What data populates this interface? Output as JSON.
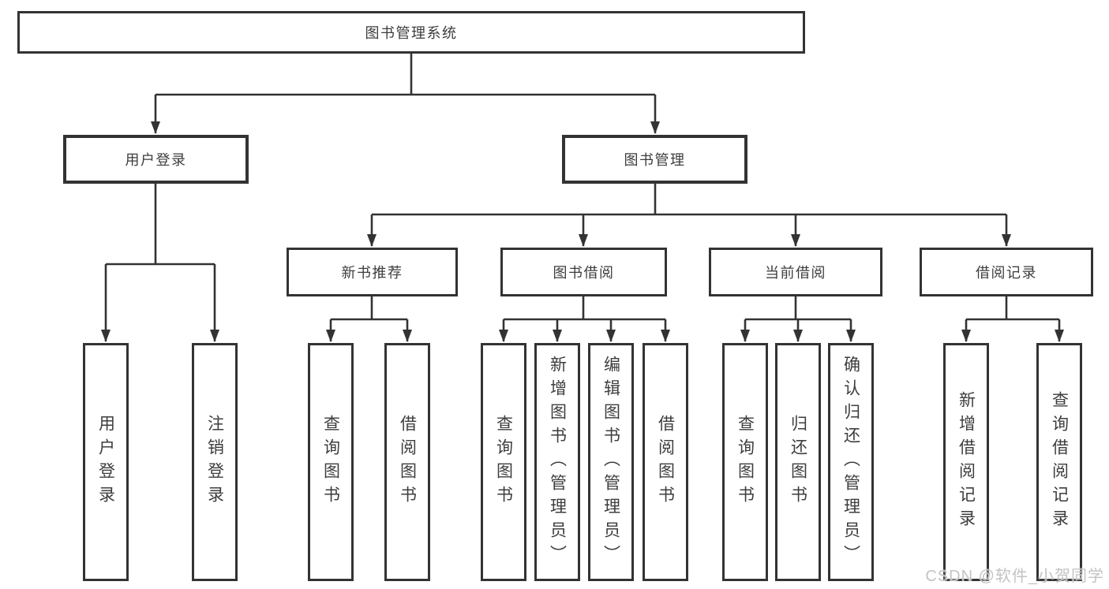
{
  "diagram": {
    "root": {
      "label": "图书管理系统"
    },
    "branches": [
      {
        "label": "用户登录",
        "children": [
          {
            "label": "用户登录"
          },
          {
            "label": "注销登录"
          }
        ]
      },
      {
        "label": "图书管理",
        "children": [
          {
            "label": "新书推荐",
            "children": [
              {
                "label": "查询图书"
              },
              {
                "label": "借阅图书"
              }
            ]
          },
          {
            "label": "图书借阅",
            "children": [
              {
                "label": "查询图书"
              },
              {
                "label": "新增图书（管理员）"
              },
              {
                "label": "编辑图书（管理员）"
              },
              {
                "label": "借阅图书"
              }
            ]
          },
          {
            "label": "当前借阅",
            "children": [
              {
                "label": "查询图书"
              },
              {
                "label": "归还图书"
              },
              {
                "label": "确认归还（管理员）"
              }
            ]
          },
          {
            "label": "借阅记录",
            "children": [
              {
                "label": "新增借阅记录"
              },
              {
                "label": "查询借阅记录"
              }
            ]
          }
        ]
      }
    ],
    "watermark": "CSDN @软件_小贺同学",
    "colors": {
      "line": "#333333",
      "text": "#3d3d3d",
      "watermark": "#c3c3c3",
      "background": "#ffffff"
    }
  }
}
